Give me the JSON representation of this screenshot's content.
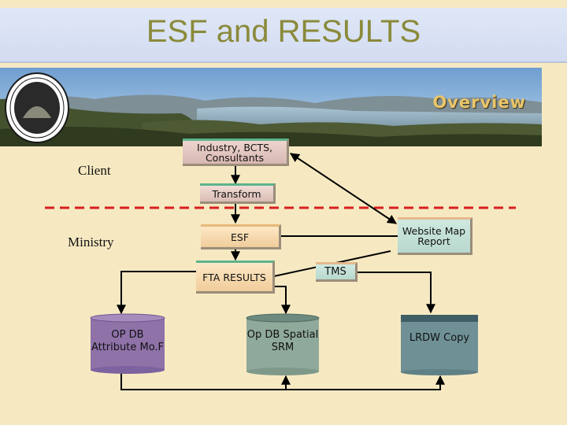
{
  "title": "ESF and RESULTS",
  "banner": {
    "overview_label": "Overview"
  },
  "zones": {
    "client_label": "Client",
    "ministry_label": "Ministry"
  },
  "nodes": {
    "industry": "Industry, BCTS, Consultants",
    "transform": "Transform",
    "esf": "ESF",
    "website": "Website Map Report",
    "fta_results": "FTA RESULTS",
    "tms": "TMS",
    "op_db_attribute": "OP DB Attribute Mo.F",
    "op_db_spatial": "Op DB Spatial SRM",
    "lrdw": "LRDW Copy"
  },
  "colors": {
    "divider": "#d81e1e",
    "cylinder_purple": "#8e72a8",
    "cylinder_green": "#8fa99a",
    "cylinder_teal": "#6f9196",
    "title_text": "#8a8a3a"
  }
}
